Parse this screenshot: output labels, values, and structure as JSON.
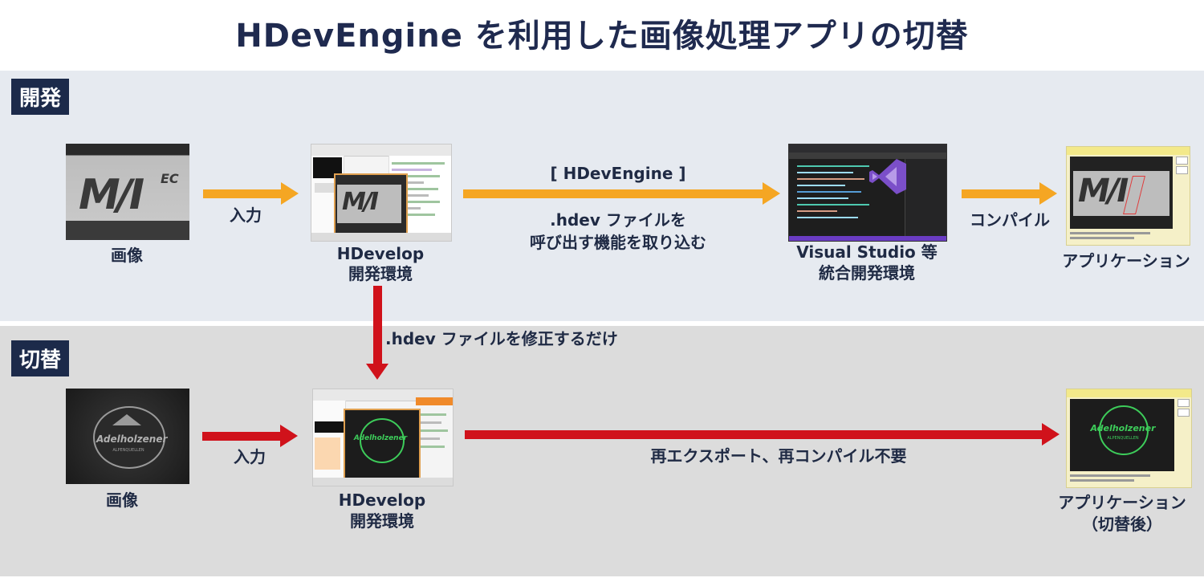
{
  "title": "HDevEngine を利用した画像処理アプリの切替",
  "sections": {
    "dev": "開発",
    "switch": "切替"
  },
  "dev_row": {
    "image_label": "画像",
    "input_label": "入力",
    "hdevelop_label_1": "HDevelop",
    "hdevelop_label_2": "開発環境",
    "hdevengine_label": "[ HDevEngine ]",
    "load_label_1": ".hdev ファイルを",
    "load_label_2": "呼び出す機能を取り込む",
    "ide_label_1": "Visual Studio 等",
    "ide_label_2": "統合開発環境",
    "compile_label": "コンパイル",
    "app_label": "アプリケーション"
  },
  "mid_label": ".hdev ファイルを修正するだけ",
  "switch_row": {
    "image_label": "画像",
    "input_label": "入力",
    "hdevelop_label_1": "HDevelop",
    "hdevelop_label_2": "開発環境",
    "no_recompile_label": "再エクスポート、再コンパイル不要",
    "app_label_1": "アプリケーション",
    "app_label_2": "（切替後）"
  },
  "thumb_text": {
    "logo_main": "M/I",
    "logo_sup": "EC",
    "badge_main": "Adelholzener",
    "badge_sub": "ALPENQUELLEN"
  },
  "colors": {
    "navy": "#1c2a4a",
    "orange_arrow": "#f5a623",
    "red_arrow": "#d0121b",
    "band_dev": "#e6eaf0",
    "band_switch": "#dcdcdc"
  }
}
